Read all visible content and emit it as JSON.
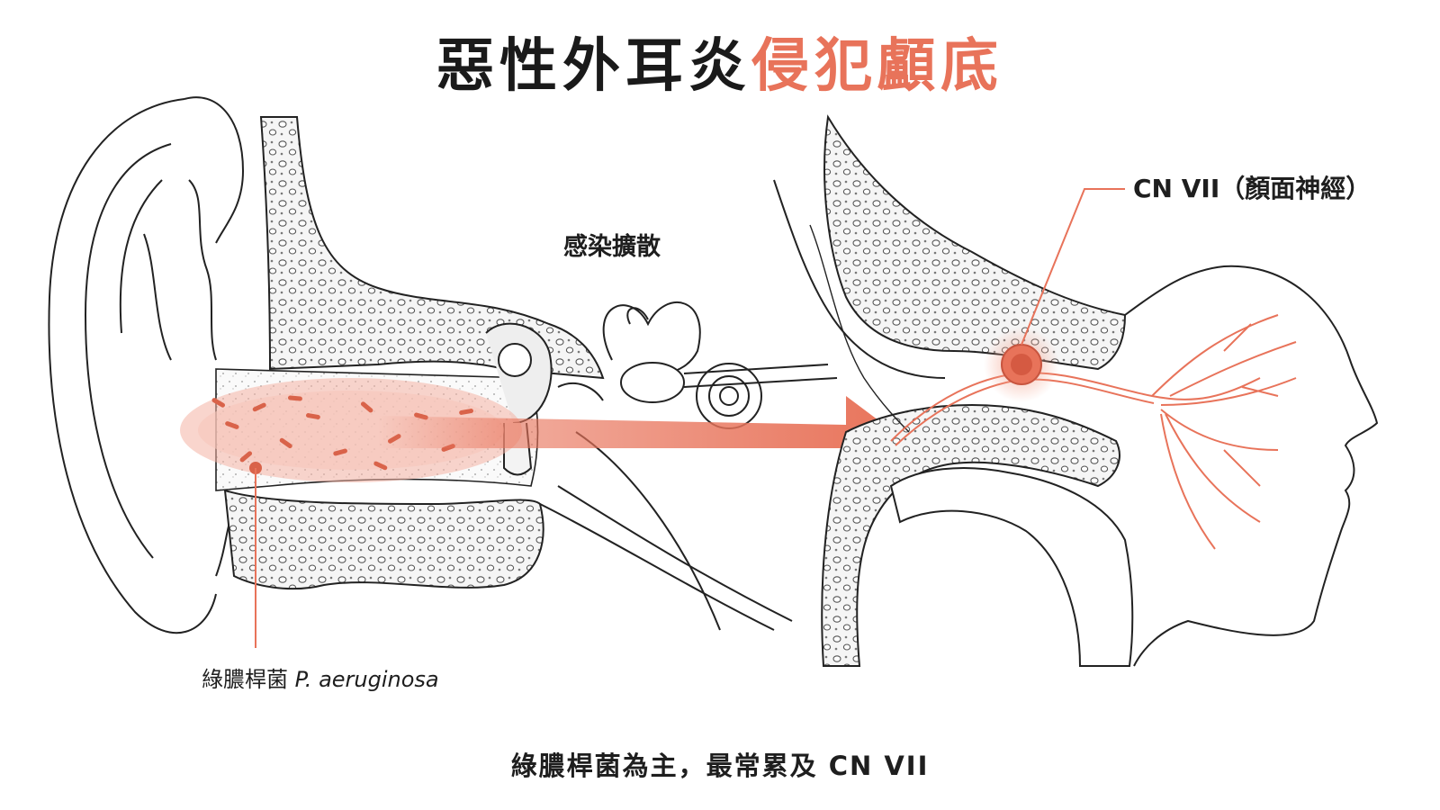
{
  "title": {
    "main": "惡性外耳炎",
    "accent": "侵犯顱底"
  },
  "labels": {
    "spread": "感染擴散",
    "cn7": "CN VII（顏面神經）",
    "bacteria_cn": "綠膿桿菌",
    "bacteria_latin": "P. aeruginosa"
  },
  "caption": "綠膿桿菌為主，最常累及 CN VII",
  "colors": {
    "accent": "#e8735a",
    "ink": "#1e1e1e"
  },
  "icons": [
    "ear-icon",
    "skull-base-icon",
    "face-profile-icon",
    "arrow-icon"
  ]
}
